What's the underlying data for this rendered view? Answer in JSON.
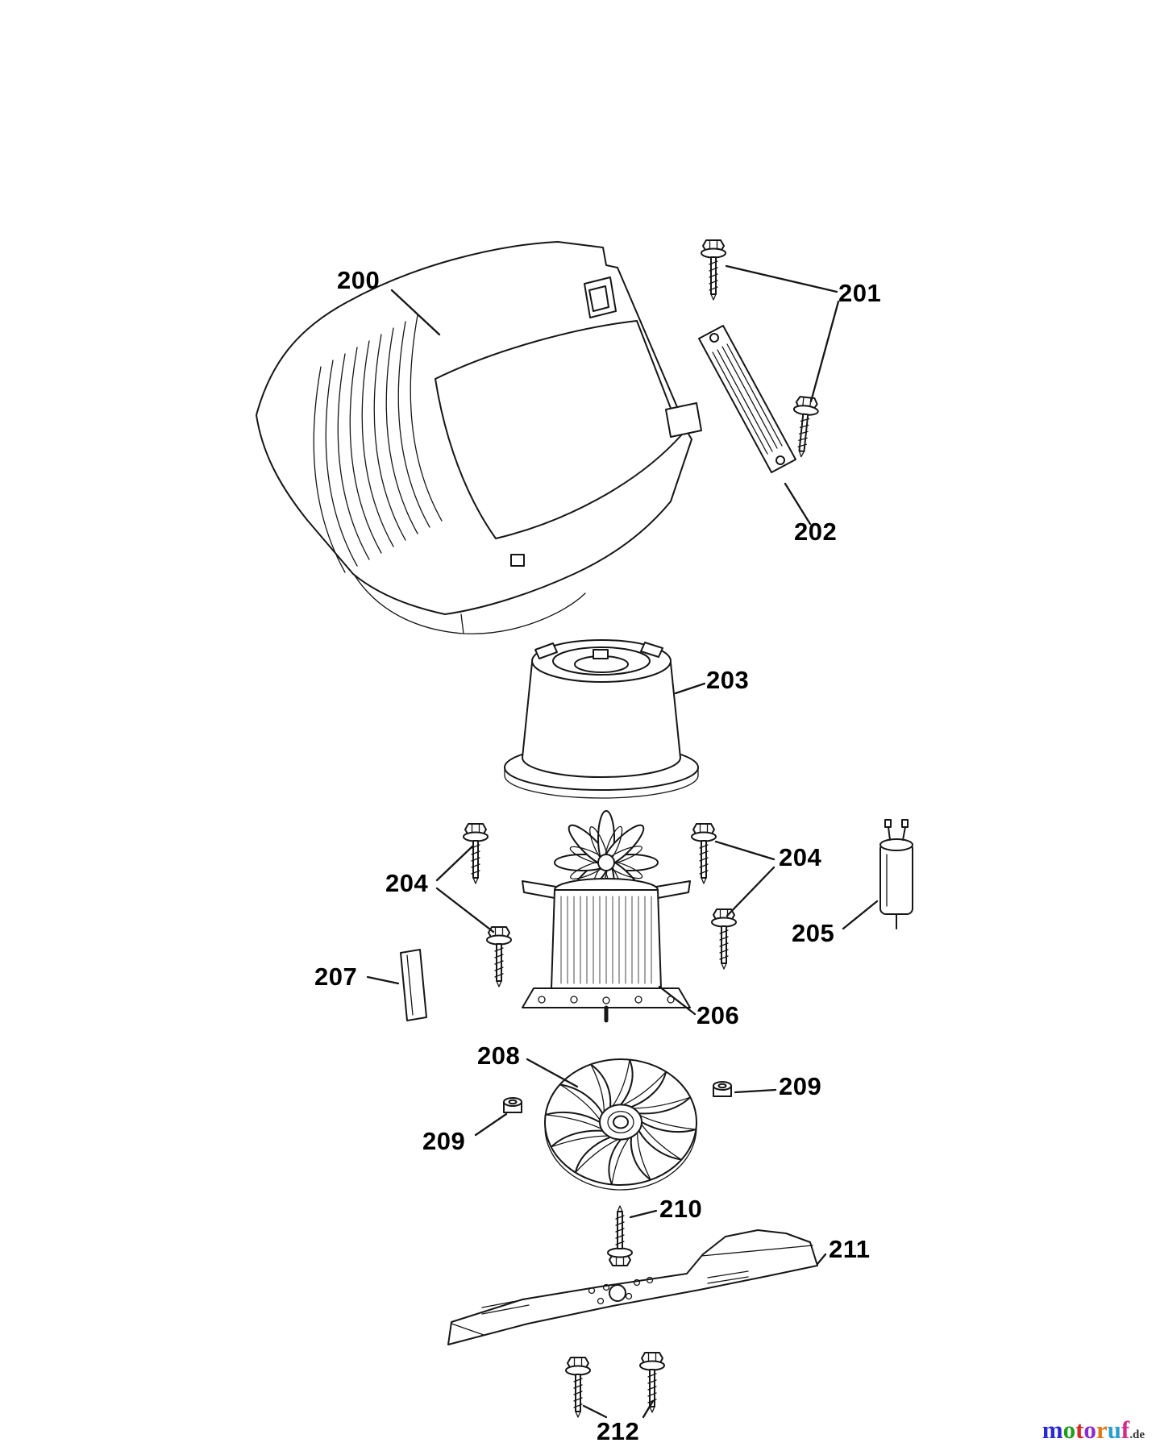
{
  "figure": {
    "type": "exploded-parts-diagram",
    "labels": {
      "p200": "200",
      "p201": "201",
      "p202": "202",
      "p203": "203",
      "p204_left": "204",
      "p204_right": "204",
      "p205": "205",
      "p206": "206",
      "p207": "207",
      "p208": "208",
      "p209_left": "209",
      "p209_right": "209",
      "p210": "210",
      "p211": "211",
      "p212": "212"
    }
  },
  "logo": {
    "letters": [
      {
        "ch": "m",
        "css": "color:#2a2ad0"
      },
      {
        "ch": "o",
        "css": "color:#1d9e1d"
      },
      {
        "ch": "t",
        "css": "color:#d42a2a"
      },
      {
        "ch": "o",
        "css": "color:#8a2ad0"
      },
      {
        "ch": "r",
        "css": "color:#e07818"
      },
      {
        "ch": "u",
        "css": "color:#2a9ed0"
      },
      {
        "ch": "f",
        "css": "color:#d42a8a"
      }
    ],
    "suffix": ".de"
  }
}
